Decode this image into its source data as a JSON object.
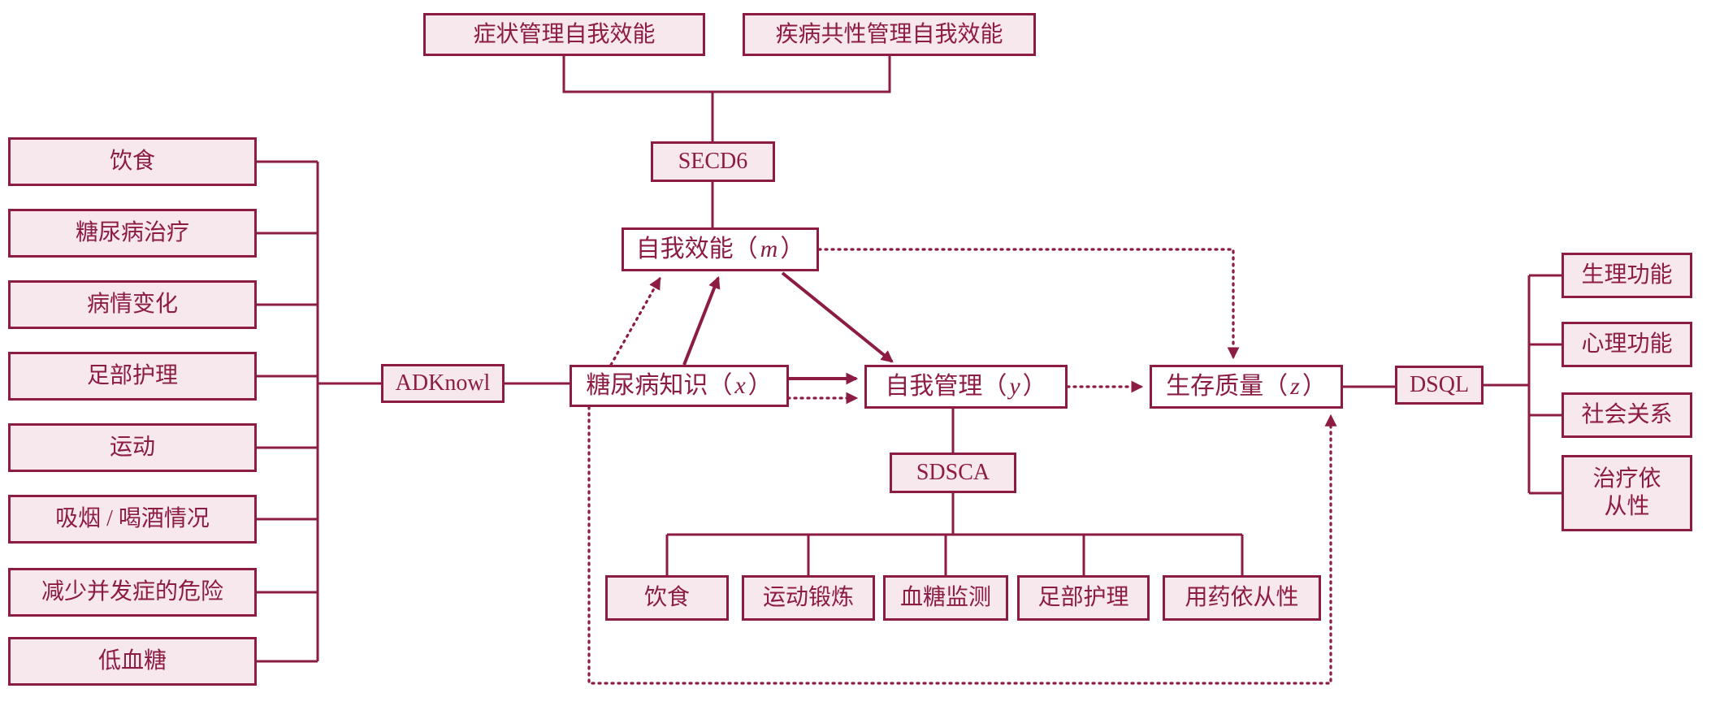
{
  "colors": {
    "accent": "#8d1c45",
    "box_fill": "#f7e8ee",
    "node_fill": "#ffffff"
  },
  "punct": {
    "open": "（",
    "close": "）"
  },
  "top": {
    "items": [
      "症状管理自我效能",
      "疾病共性管理自我效能"
    ]
  },
  "scales": {
    "secd6": "SECD6",
    "adknowl": "ADKnowl",
    "sdsca": "SDSCA",
    "dsql": "DSQL"
  },
  "nodes": {
    "self_efficacy": {
      "label": "自我效能",
      "var": "m"
    },
    "knowledge": {
      "label": "糖尿病知识",
      "var": "x"
    },
    "self_management": {
      "label": "自我管理",
      "var": "y"
    },
    "quality_of_life": {
      "label": "生存质量",
      "var": "z"
    }
  },
  "left": {
    "items": [
      "饮食",
      "糖尿病治疗",
      "病情变化",
      "足部护理",
      "运动",
      "吸烟 / 喝酒情况",
      "减少并发症的危险",
      "低血糖"
    ]
  },
  "bottom": {
    "items": [
      "饮食",
      "运动锻炼",
      "血糖监测",
      "足部护理",
      "用药依从性"
    ]
  },
  "right": {
    "items": [
      "生理功能",
      "心理功能",
      "社会关系",
      "治疗依\n从性"
    ]
  }
}
